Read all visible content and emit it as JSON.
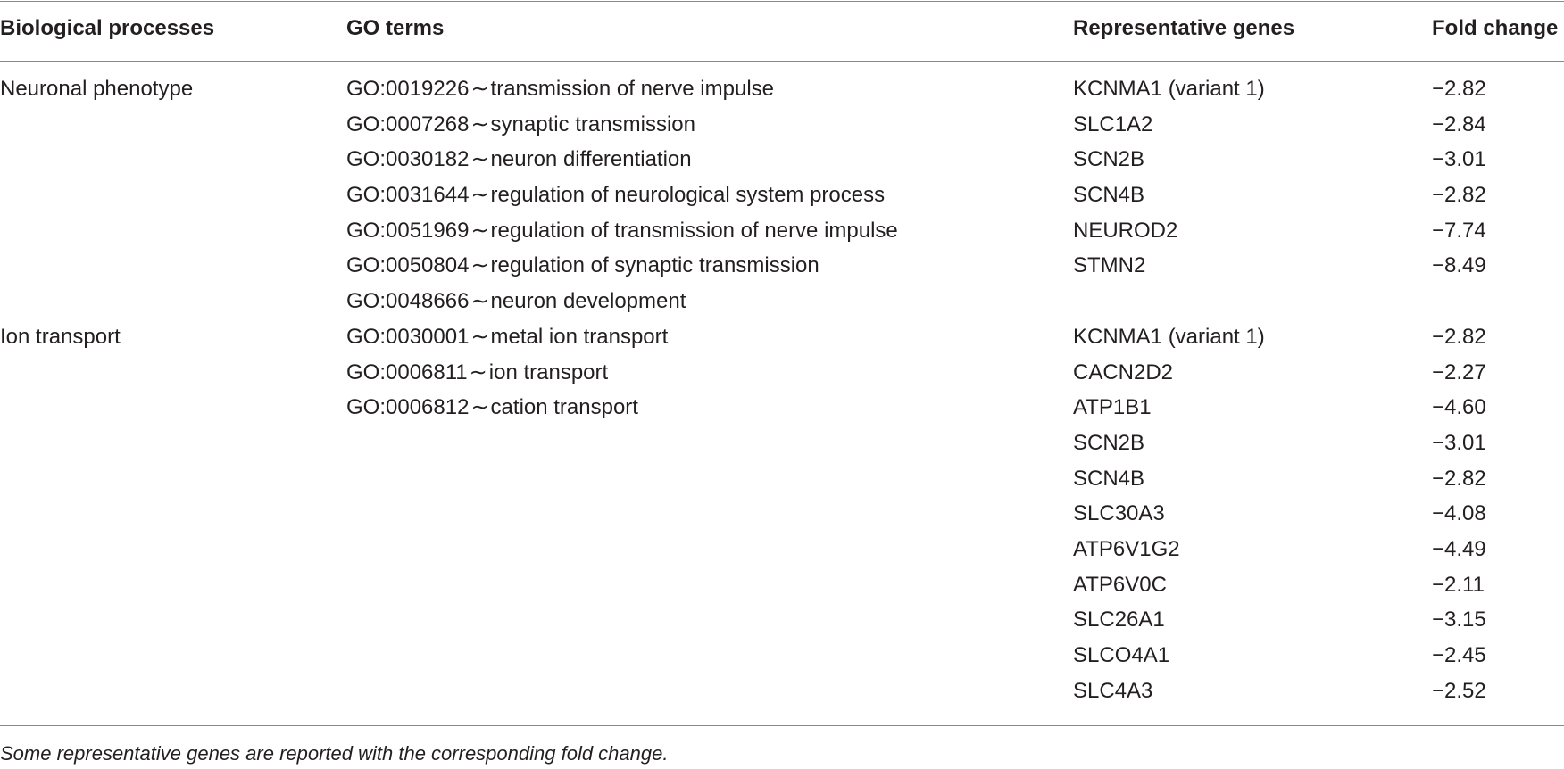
{
  "table": {
    "headers": [
      "Biological processes",
      "GO terms",
      "Representative genes",
      "Fold change"
    ],
    "column1": [
      "Neuronal phenotype",
      "",
      "",
      "",
      "",
      "",
      "",
      "Ion transport",
      "",
      "",
      "",
      "",
      "",
      "",
      "",
      "",
      "",
      ""
    ],
    "column2": [
      {
        "id": "GO:0019226",
        "sep": "∼",
        "term": "transmission of nerve impulse"
      },
      {
        "id": "GO:0007268",
        "sep": "∼",
        "term": "synaptic transmission"
      },
      {
        "id": "GO:0030182",
        "sep": "∼",
        "term": "neuron differentiation"
      },
      {
        "id": "GO:0031644",
        "sep": "∼",
        "term": "regulation of neurological system process"
      },
      {
        "id": "GO:0051969",
        "sep": "∼",
        "term": "regulation of transmission of nerve impulse"
      },
      {
        "id": "GO:0050804",
        "sep": "∼",
        "term": "regulation of synaptic transmission"
      },
      {
        "id": "GO:0048666",
        "sep": "∼",
        "term": "neuron development"
      },
      {
        "id": "GO:0030001",
        "sep": "∼",
        "term": "metal ion transport"
      },
      {
        "id": "GO:0006811",
        "sep": "∼",
        "term": "ion transport"
      },
      {
        "id": "GO:0006812",
        "sep": "∼",
        "term": "cation transport"
      }
    ],
    "column3": [
      "KCNMA1 (variant 1)",
      "SLC1A2",
      "SCN2B",
      "SCN4B",
      "NEUROD2",
      "STMN2",
      "",
      "KCNMA1 (variant 1)",
      "CACN2D2",
      "ATP1B1",
      "SCN2B",
      "SCN4B",
      "SLC30A3",
      "ATP6V1G2",
      "ATP6V0C",
      "SLC26A1",
      "SLCO4A1",
      "SLC4A3"
    ],
    "column4": [
      "−2.82",
      "−2.84",
      "−3.01",
      "−2.82",
      "−7.74",
      "−8.49",
      "",
      "−2.82",
      "−2.27",
      "−4.60",
      "−3.01",
      "−2.82",
      "−4.08",
      "−4.49",
      "−2.11",
      "−3.15",
      "−2.45",
      "−2.52"
    ]
  },
  "footnote": "Some representative genes are reported with the corresponding fold change."
}
